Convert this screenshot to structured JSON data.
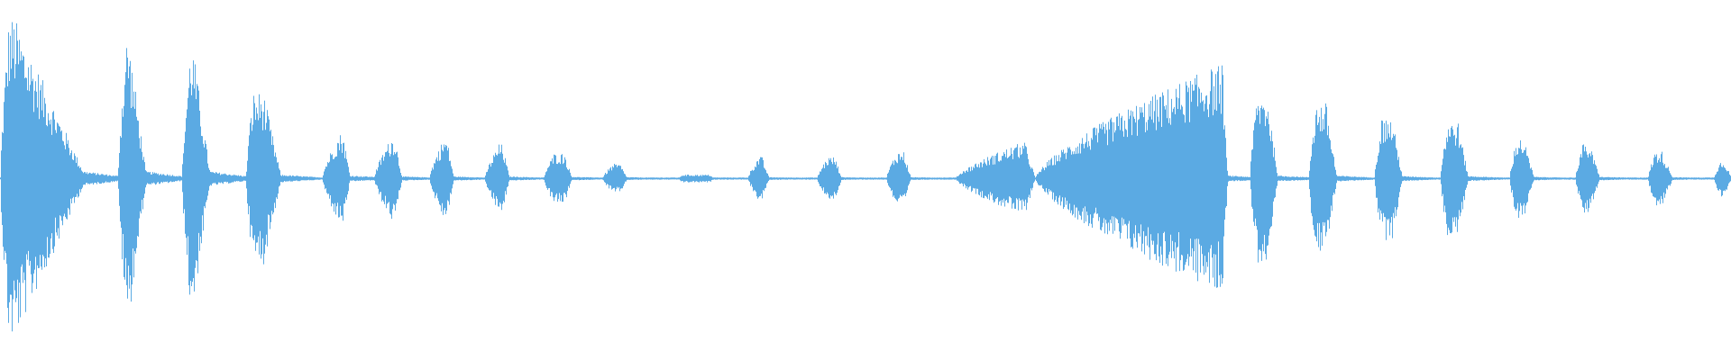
{
  "waveform": {
    "color": "#5BAAE3",
    "background": "#FFFFFF",
    "orientation": "horizontal-centered",
    "notes": [
      {
        "start": 0.0,
        "attack": 0.005,
        "release": 0.04,
        "end": 0.048,
        "peak": 0.9,
        "tail": 0.04
      },
      {
        "start": 0.068,
        "attack": 0.005,
        "release": 0.01,
        "end": 0.084,
        "peak": 0.8,
        "tail": 0.04
      },
      {
        "start": 0.105,
        "attack": 0.005,
        "release": 0.01,
        "end": 0.121,
        "peak": 0.75,
        "tail": 0.04
      },
      {
        "start": 0.142,
        "attack": 0.004,
        "release": 0.01,
        "end": 0.162,
        "peak": 0.48,
        "tail": 0.02
      },
      {
        "start": 0.186,
        "attack": 0.01,
        "release": 0.004,
        "end": 0.202,
        "peak": 0.25,
        "tail": 0.015
      },
      {
        "start": 0.216,
        "attack": 0.01,
        "release": 0.004,
        "end": 0.232,
        "peak": 0.23,
        "tail": 0.01
      },
      {
        "start": 0.248,
        "attack": 0.008,
        "release": 0.004,
        "end": 0.262,
        "peak": 0.22,
        "tail": 0.01
      },
      {
        "start": 0.28,
        "attack": 0.008,
        "release": 0.004,
        "end": 0.294,
        "peak": 0.19,
        "tail": 0.01
      },
      {
        "start": 0.314,
        "attack": 0.006,
        "release": 0.004,
        "end": 0.33,
        "peak": 0.14,
        "tail": 0.008
      },
      {
        "start": 0.348,
        "attack": 0.006,
        "release": 0.004,
        "end": 0.362,
        "peak": 0.08,
        "tail": 0.006
      },
      {
        "start": 0.392,
        "attack": 0.002,
        "release": 0.002,
        "end": 0.412,
        "peak": 0.02,
        "tail": 0.0
      },
      {
        "start": 0.432,
        "attack": 0.006,
        "release": 0.004,
        "end": 0.444,
        "peak": 0.12,
        "tail": 0.006
      },
      {
        "start": 0.472,
        "attack": 0.006,
        "release": 0.004,
        "end": 0.486,
        "peak": 0.12,
        "tail": 0.006
      },
      {
        "start": 0.512,
        "attack": 0.006,
        "release": 0.004,
        "end": 0.526,
        "peak": 0.15,
        "tail": 0.006
      },
      {
        "start": 0.552,
        "attack": 0.038,
        "release": 0.006,
        "end": 0.598,
        "peak": 0.2,
        "tail": 0.0
      },
      {
        "start": 0.598,
        "attack": 0.108,
        "release": 0.003,
        "end": 0.709,
        "peak": 0.64,
        "tail": 0.015
      },
      {
        "start": 0.722,
        "attack": 0.004,
        "release": 0.006,
        "end": 0.738,
        "peak": 0.47,
        "tail": 0.015
      },
      {
        "start": 0.756,
        "attack": 0.004,
        "release": 0.006,
        "end": 0.772,
        "peak": 0.42,
        "tail": 0.015
      },
      {
        "start": 0.794,
        "attack": 0.004,
        "release": 0.006,
        "end": 0.81,
        "peak": 0.34,
        "tail": 0.012
      },
      {
        "start": 0.832,
        "attack": 0.004,
        "release": 0.006,
        "end": 0.848,
        "peak": 0.32,
        "tail": 0.012
      },
      {
        "start": 0.872,
        "attack": 0.004,
        "release": 0.006,
        "end": 0.886,
        "peak": 0.22,
        "tail": 0.008
      },
      {
        "start": 0.91,
        "attack": 0.004,
        "release": 0.006,
        "end": 0.924,
        "peak": 0.19,
        "tail": 0.008
      },
      {
        "start": 0.952,
        "attack": 0.004,
        "release": 0.006,
        "end": 0.966,
        "peak": 0.15,
        "tail": 0.006
      },
      {
        "start": 0.99,
        "attack": 0.004,
        "release": 0.004,
        "end": 1.0,
        "peak": 0.1,
        "tail": 0.004
      }
    ]
  }
}
